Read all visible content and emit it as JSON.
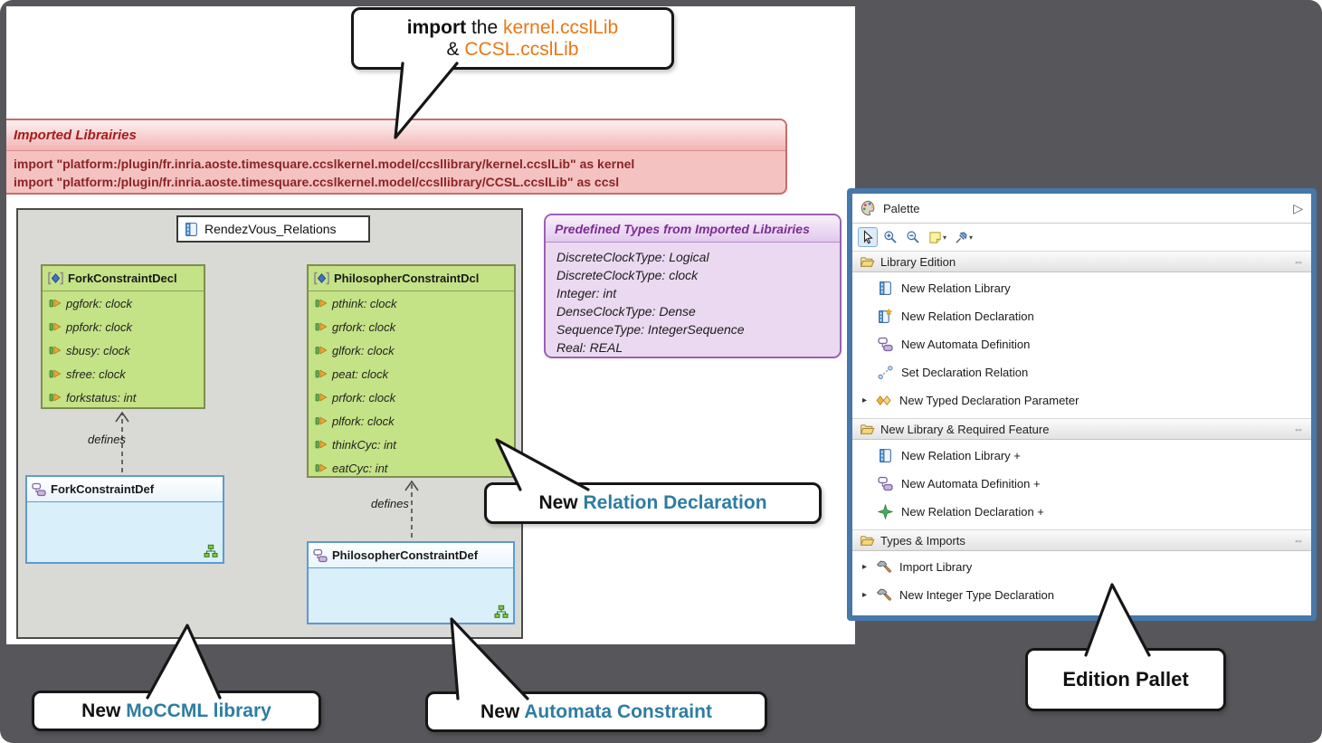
{
  "colors": {
    "accent_teal": "#2e7da1",
    "accent_orange": "#e87818",
    "import_red": "#8b2424",
    "decl_green_fill": "#c4e286",
    "def_blue_fill": "#d9effa",
    "types_purple": "#7c2d92",
    "palette_border_blue": "#4678ab"
  },
  "callouts": {
    "import_note": {
      "bold": "import",
      "middle": " the ",
      "lib1": "kernel.ccslLib",
      "amp": "& ",
      "lib2": "CCSL.ccslLib"
    },
    "relation_declaration": {
      "prefix": "New ",
      "label": "Relation Declaration"
    },
    "moccml_library": {
      "prefix": "New ",
      "label": "MoCCML library"
    },
    "automata_constraint": {
      "prefix": "New ",
      "label": "Automata Constraint"
    },
    "edition_pallet": {
      "label": "Edition Pallet"
    }
  },
  "imported_libraries": {
    "title": "Imported Librairies",
    "lines": [
      "import \"platform:/plugin/fr.inria.aoste.timesquare.ccslkernel.model/ccsllibrary/kernel.ccslLib\" as kernel",
      "import \"platform:/plugin/fr.inria.aoste.timesquare.ccslkernel.model/ccsllibrary/CCSL.ccslLib\" as ccsl"
    ]
  },
  "diagram": {
    "title": "RendezVous_Relations",
    "defines_label": "defines",
    "fork_decl": {
      "title": "ForkConstraintDecl",
      "attributes": [
        "pgfork: clock",
        "ppfork: clock",
        "sbusy: clock",
        "sfree: clock",
        "forkstatus: int"
      ]
    },
    "philosopher_decl": {
      "title": "PhilosopherConstraintDcl",
      "attributes": [
        "pthink: clock",
        "grfork: clock",
        "glfork: clock",
        "peat: clock",
        "prfork: clock",
        "plfork: clock",
        "thinkCyc: int",
        "eatCyc: int"
      ]
    },
    "fork_def": {
      "title": "ForkConstraintDef"
    },
    "philosopher_def": {
      "title": "PhilosopherConstraintDef"
    }
  },
  "predefined_types": {
    "title": "Predefined Types from Imported Librairies",
    "lines": [
      "DiscreteClockType: Logical",
      "DiscreteClockType: clock",
      "Integer: int",
      "DenseClockType: Dense",
      "SequenceType: IntegerSequence",
      "Real: REAL"
    ]
  },
  "palette": {
    "title": "Palette",
    "glyphs": {
      "collapse": "▷",
      "dropdown": "▾",
      "expand": "▸",
      "pin": "⇔"
    },
    "toolbar": [
      "select-tool",
      "zoom-in-tool",
      "zoom-out-tool",
      "note-tool",
      "pin-tool"
    ],
    "sections": [
      {
        "label": "Library Edition",
        "items": [
          {
            "label": "New Relation Library",
            "icon": "relation-library-icon"
          },
          {
            "label": "New Relation Declaration",
            "icon": "relation-declaration-icon"
          },
          {
            "label": "New Automata Definition",
            "icon": "automata-definition-icon"
          },
          {
            "label": "Set Declaration Relation",
            "icon": "set-declaration-relation-icon"
          },
          {
            "label": "New Typed Declaration Parameter",
            "icon": "typed-declaration-parameter-icon",
            "expandable": true
          }
        ]
      },
      {
        "label": "New Library & Required Feature",
        "items": [
          {
            "label": "New Relation Library +",
            "icon": "relation-library-icon"
          },
          {
            "label": "New Automata Definition +",
            "icon": "automata-definition-icon"
          },
          {
            "label": "New Relation Declaration +",
            "icon": "relation-declaration-green-icon"
          }
        ]
      },
      {
        "label": "Types & Imports",
        "items": [
          {
            "label": "Import Library",
            "icon": "hammer-icon",
            "expandable": true
          },
          {
            "label": "New Integer Type Declaration",
            "icon": "hammer-icon",
            "expandable": true
          }
        ]
      }
    ]
  }
}
